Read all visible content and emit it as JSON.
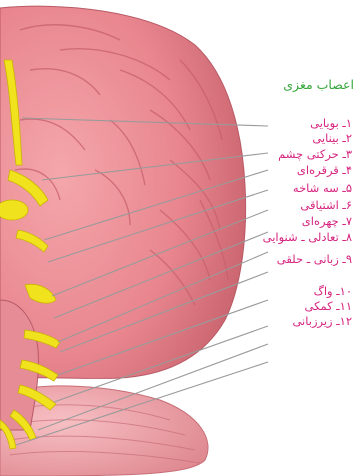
{
  "legend": {
    "title": "اعصاب مغزی",
    "items": [
      {
        "label": "۱ـ بویایی"
      },
      {
        "label": "۲ـ بینایی"
      },
      {
        "label": "۳ـ حرکتی چشم"
      },
      {
        "label": "۴ـ قرقره‌ای"
      },
      {
        "label": "۵ـ سه شاخه"
      },
      {
        "label": "۶ـ اشتیاقی"
      },
      {
        "label": "۷ـ چهره‌ای"
      },
      {
        "label": "۸ـ تعادلی ـ شنوایی"
      },
      {
        "label": "۹ـ زبانی ـ حلقی"
      },
      {
        "label": "۱۰ـ واگ"
      },
      {
        "label": "۱۱ـ کمکی"
      },
      {
        "label": "۱۲ـ زیرزبانی"
      }
    ]
  },
  "colors": {
    "brain": "#e9868f",
    "brain_shadow": "#c9646f",
    "nerve": "#f1e21e",
    "cerebellum": "#f0a0a6",
    "leader_line": "#9a9a9a",
    "label": "#d6247f",
    "title": "#35a63a"
  }
}
